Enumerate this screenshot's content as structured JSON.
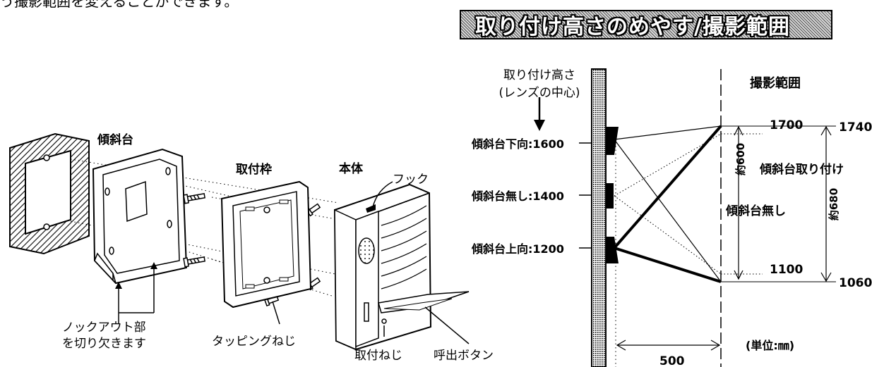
{
  "intro_text": "う撮影範囲を変えることができます。",
  "section_title": "取り付け高さのめやす/撮影範囲",
  "assembly": {
    "label_tilt_base": "傾斜台",
    "label_frame": "取付枠",
    "label_body": "本体",
    "label_hook": "フック",
    "label_knockout_1": "ノックアウト部",
    "label_knockout_2": "を切り欠きます",
    "label_tapping_screw": "タッピングねじ",
    "label_mount_screw": "取付ねじ",
    "label_call_button": "呼出ボタン"
  },
  "height_diagram": {
    "mount_height_title_1": "取り付け高さ",
    "mount_height_title_2": "(レンズの中心)",
    "down_arrow_glyph": "↓",
    "row_down": "傾斜台下向:1600",
    "row_none": "傾斜台無し:1400",
    "row_up": "傾斜台上向:1200",
    "range_title": "撮影範囲",
    "val_1740": "1740",
    "val_1700": "1700",
    "val_1100": "1100",
    "val_1060": "1060",
    "approx_600": "約600",
    "approx_680": "約680",
    "label_with_tilt": "傾斜台取り付け",
    "label_no_tilt": "傾斜台無し",
    "distance": "500",
    "unit": "(単位:㎜)"
  }
}
